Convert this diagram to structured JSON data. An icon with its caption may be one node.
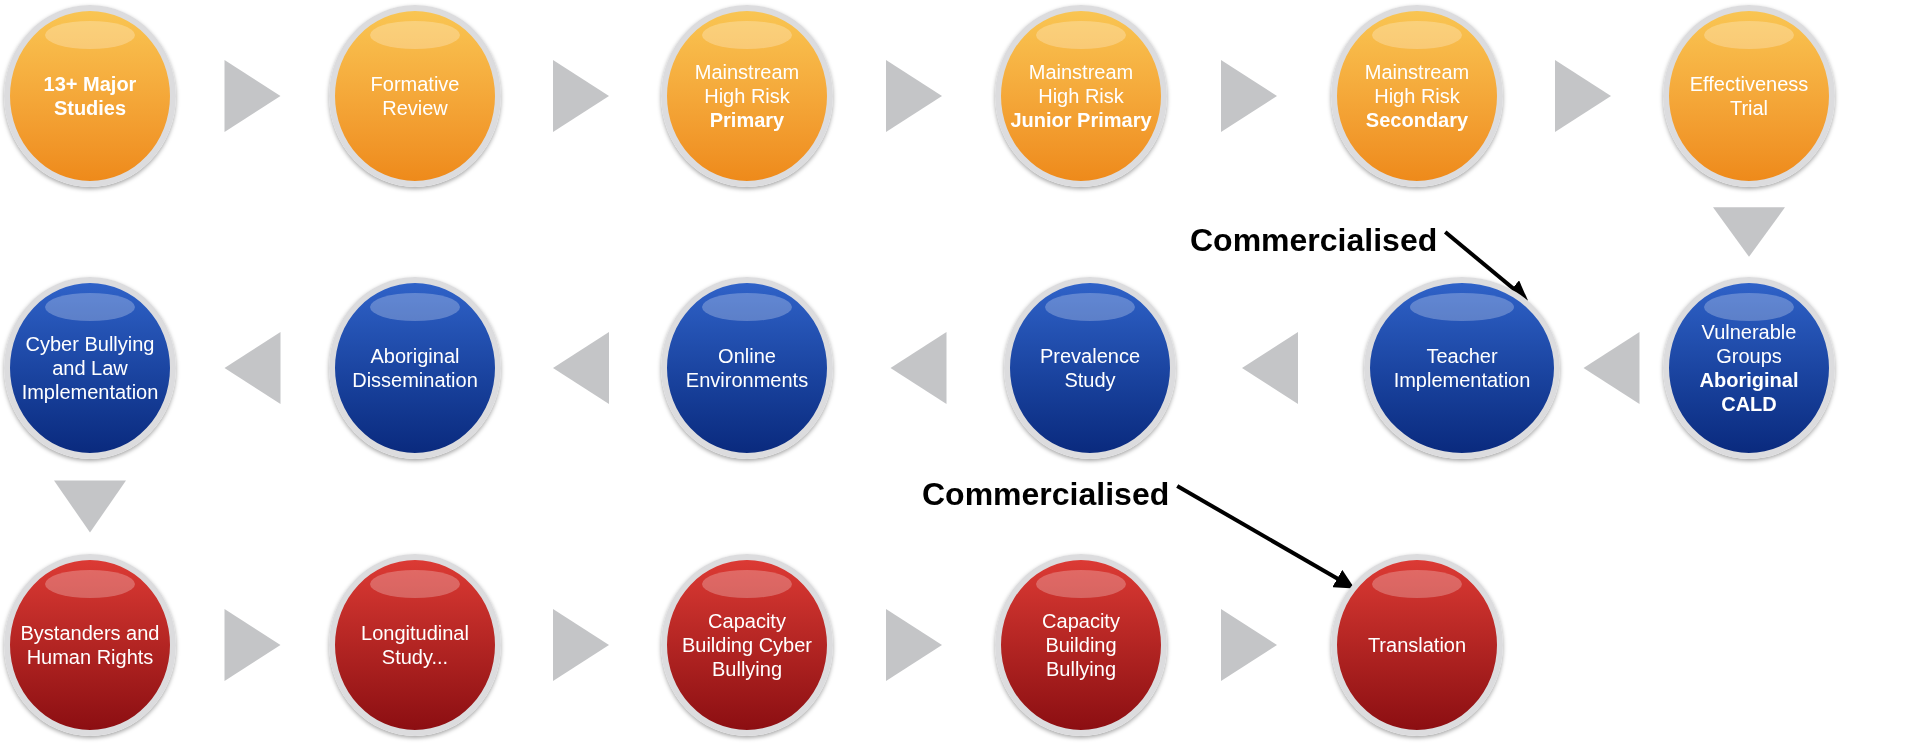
{
  "diagram": {
    "nodes": [
      {
        "text": [
          "13+ Major Studies"
        ]
      },
      {
        "text": [
          "Formative Review"
        ]
      },
      {
        "text": [
          "Mainstream High Risk **Primary**"
        ]
      },
      {
        "text": [
          "Mainstream High Risk **Junior Primary**"
        ]
      },
      {
        "text": [
          "Mainstream High Risk **Secondary**"
        ]
      },
      {
        "text": [
          "Effectiveness Trial"
        ]
      },
      {
        "text": [
          "Vulnerable Groups **Aboriginal CALD**"
        ]
      },
      {
        "text": [
          "Teacher Implementation"
        ]
      },
      {
        "text": [
          "Prevalence Study"
        ]
      },
      {
        "text": [
          "Online Environments"
        ]
      },
      {
        "text": [
          "Aboriginal Dissemination"
        ]
      },
      {
        "text": [
          "Cyber Bullying and Law Implementation"
        ]
      },
      {
        "text": [
          "Bystanders and Human Rights"
        ]
      },
      {
        "text": [
          "Longitudinal Study..."
        ]
      },
      {
        "text": [
          "Capacity Building Cyber Bullying"
        ]
      },
      {
        "text": [
          "Capacity Building Bullying"
        ]
      },
      {
        "text": [
          "Translation"
        ]
      },
      {
        "text": [
          "Commercialised"
        ]
      },
      {
        "text": [
          "Commercialised"
        ]
      }
    ],
    "edges": [
      {
        "from": 0,
        "to": 1,
        "arrow": "to"
      },
      {
        "from": 1,
        "to": 2,
        "arrow": "to"
      },
      {
        "from": 2,
        "to": 3,
        "arrow": "to"
      },
      {
        "from": 3,
        "to": 4,
        "arrow": "to"
      },
      {
        "from": 4,
        "to": 5,
        "arrow": "to"
      },
      {
        "from": 5,
        "to": 6,
        "arrow": "to"
      },
      {
        "from": 6,
        "to": 7,
        "arrow": "to"
      },
      {
        "from": 7,
        "to": 8,
        "arrow": "to"
      },
      {
        "from": 8,
        "to": 9,
        "arrow": "to"
      },
      {
        "from": 9,
        "to": 10,
        "arrow": "to"
      },
      {
        "from": 10,
        "to": 11,
        "arrow": "to"
      },
      {
        "from": 11,
        "to": 12,
        "arrow": "to"
      },
      {
        "from": 12,
        "to": 13,
        "arrow": "to"
      },
      {
        "from": 13,
        "to": 14,
        "arrow": "to"
      },
      {
        "from": 14,
        "to": 15,
        "arrow": "to"
      },
      {
        "from": 15,
        "to": 16,
        "arrow": "to"
      },
      {
        "from": 17,
        "to": 7,
        "arrow": "to",
        "color": "#000000"
      },
      {
        "from": 18,
        "to": 16,
        "arrow": "to",
        "color": "#000000"
      }
    ]
  }
}
